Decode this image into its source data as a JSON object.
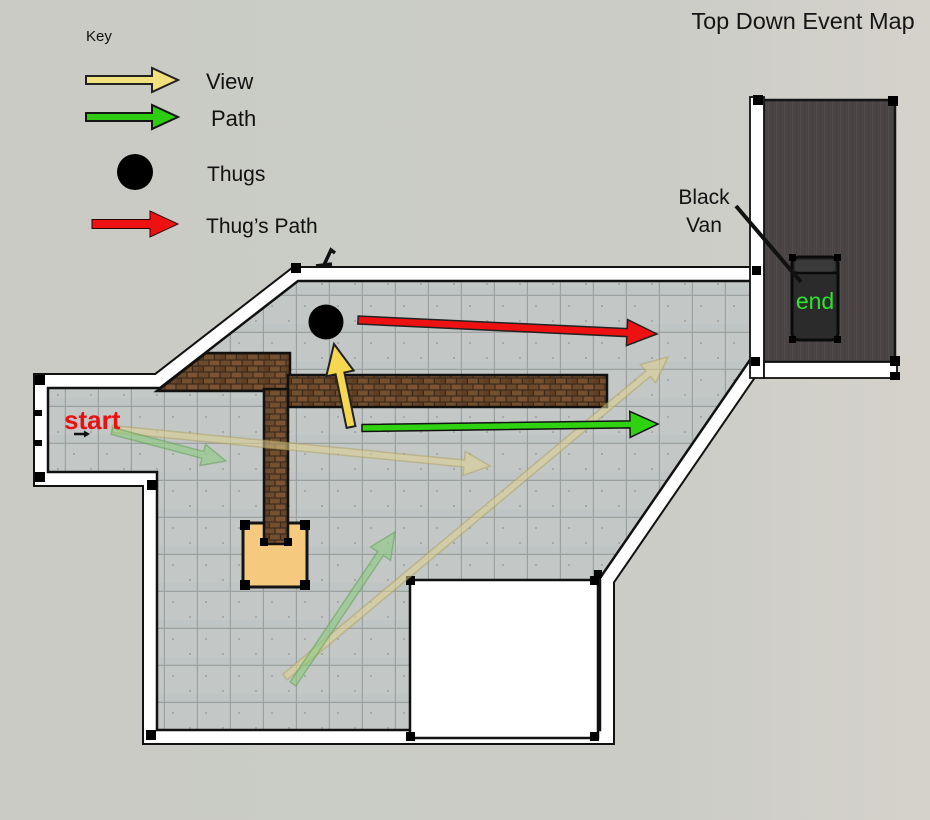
{
  "title": "Top Down Event Map",
  "key": {
    "heading": "Key",
    "items": [
      {
        "symbol": "yellow-arrow",
        "label": "View"
      },
      {
        "symbol": "green-arrow",
        "label": "Path"
      },
      {
        "symbol": "black-circle",
        "label": "Thugs"
      },
      {
        "symbol": "red-arrow",
        "label": "Thug’s Path"
      }
    ]
  },
  "map_labels": {
    "start": "start",
    "end": "end",
    "van_line1": "Black",
    "van_line2": "Van"
  },
  "colors": {
    "background": "#cbccc6",
    "tile_floor": "#c3c8c7",
    "legend_yellow": "#f2df7e",
    "legend_green": "#2ecc11",
    "view_yellow": "#f6d74f",
    "path_green": "#2fd211",
    "thug_red": "#ee1111",
    "faded_yellow": "#ded08f",
    "faded_green": "#8cc97f",
    "brick_brown": "#6e4a2c",
    "dark_room": "#4a4445",
    "orange_box": "#f5c97e",
    "white_room": "#ffffff",
    "start_red": "#e81010",
    "end_green": "#2ee32e"
  }
}
